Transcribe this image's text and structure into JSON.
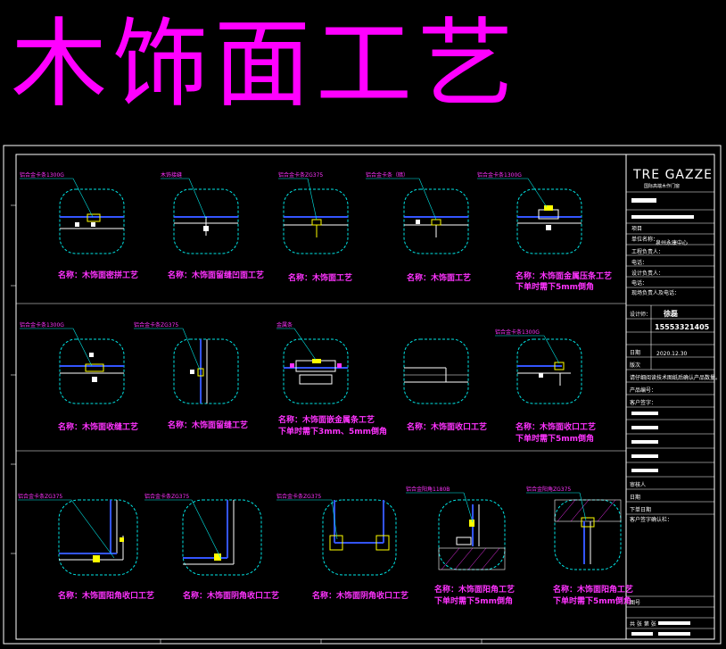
{
  "title": "木饰面工艺",
  "colors": {
    "title": "#ff00ff",
    "outline": "#00e5e5",
    "wood": "#3355ff",
    "metal": "#ffff00",
    "frame": "#ffffff"
  },
  "details": [
    {
      "name": "名称：木饰面密拼工艺",
      "note": "铝合金卡条1300G"
    },
    {
      "name": "名称：木饰面留缝凹面工艺",
      "note": "木饰接缝"
    },
    {
      "name": "名称：木饰面工艺",
      "note": "铝合金卡条ZG375"
    },
    {
      "name": "名称：木饰面工艺",
      "note": "铝合金卡条（暗）"
    },
    {
      "name": "名称：木饰面金属压条工艺",
      "name2": "下单时需下5mm倒角",
      "note": "铝合金卡条1300G"
    },
    {
      "name": "名称：木饰面收缝工艺",
      "note": "铝合金卡条1300G"
    },
    {
      "name": "名称：木饰面留缝工艺",
      "note": "铝合金卡条ZG375"
    },
    {
      "name": "名称：木饰面嵌金属条工艺",
      "name2": "下单时需下3mm、5mm倒角",
      "note": "金属条"
    },
    {
      "name": "名称：木饰面收口工艺"
    },
    {
      "name": "名称：木饰面收口工艺",
      "name2": "下单时需下5mm倒角",
      "note": "铝合金卡条1300G"
    },
    {
      "name": "名称：木饰面阳角收口工艺",
      "note": "铝合金卡条ZG375"
    },
    {
      "name": "名称：木饰面阴角收口工艺",
      "note": "铝合金卡条ZG375"
    },
    {
      "name": "名称：木饰面阴角收口工艺",
      "note": "铝合金卡条ZG375"
    },
    {
      "name": "名称：木饰面阳角工艺",
      "name2": "下单时需下5mm倒角",
      "note": "铝合金阳角1180B"
    },
    {
      "name": "名称：木饰面阳角工艺",
      "name2": "下单时需下5mm倒角",
      "note": "铝合金阳角ZG375"
    }
  ],
  "titleblock": {
    "logo": "TRE GAZZE",
    "logo_sub": "国际高端木作门窗",
    "project_label": "项目",
    "company": "单位名称：",
    "company_value": "泉州永康中心",
    "designer": "设计师：",
    "design_value": "徐磊",
    "phone_value": "15553321405",
    "date_label": "日期",
    "date_value": "2020.12.30",
    "version": "版次",
    "rows": [
      "工程负责人：",
      "电话：",
      "设计负责人：",
      "电话：",
      "现场负责人及电话："
    ],
    "notes": [
      "请仔细阅读技术图纸后确认产品数量。",
      "产品编号：",
      "客户签字：",
      "",
      "",
      "",
      "",
      "",
      "审核人",
      "日期",
      "下单日期",
      "客户签字确认栏："
    ],
    "bottom_rows": [
      "图号",
      "",
      "",
      "共 张 第 张"
    ]
  }
}
